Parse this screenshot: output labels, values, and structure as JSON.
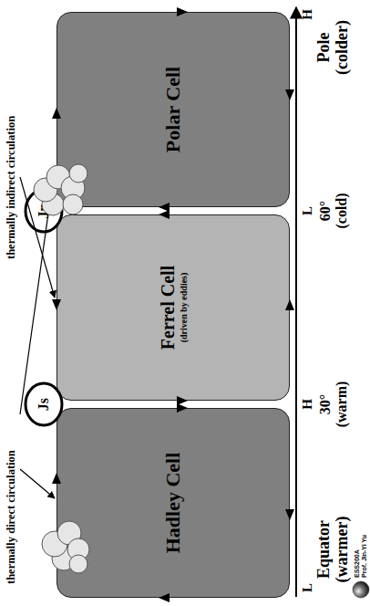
{
  "diagram": {
    "nodes": [
      {
        "text": [
          "Hadley Cell"
        ]
      },
      {
        "text": [
          "Ferrel Cell",
          "(driven by eddies)"
        ]
      },
      {
        "text": [
          "Polar Cell"
        ]
      },
      {
        "text": [
          "Js"
        ]
      },
      {
        "text": [
          "Jp"
        ]
      }
    ],
    "labels": [
      "thermally direct circulation",
      "thermally indirect circulation",
      "L",
      "H",
      "L",
      "H",
      "Equator (warmer)",
      "30° (warm)",
      "60° (cold)",
      "Pole (colder)",
      "ESS200A",
      "Prof. Jin-Yi Yu"
    ]
  }
}
